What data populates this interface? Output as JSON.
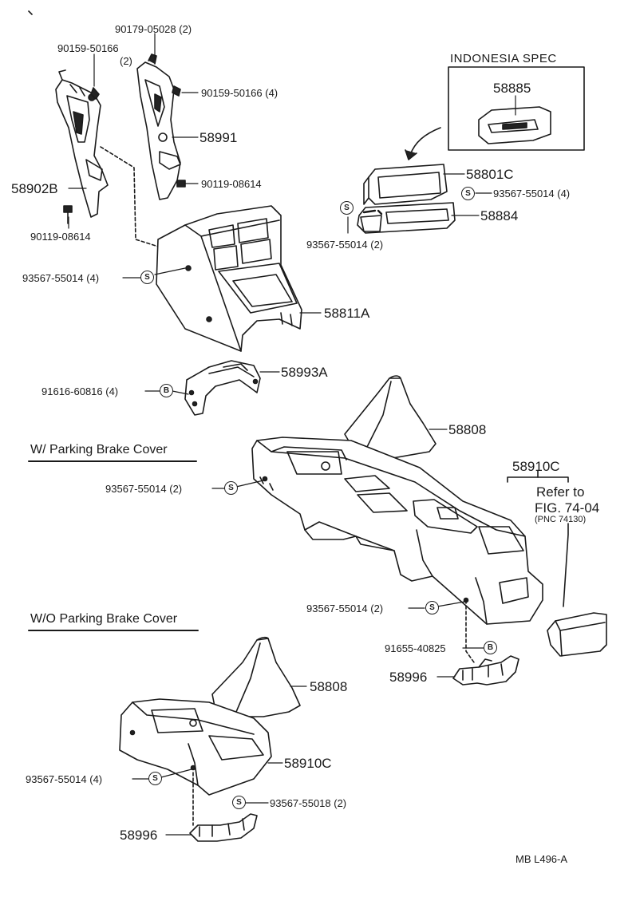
{
  "labels": {
    "indonesia_spec": "INDONESIA SPEC",
    "with_brake_cover": "W/ Parking Brake Cover",
    "without_brake_cover": "W/O Parking Brake Cover",
    "refer_to": "Refer to",
    "fig_ref": "FIG. 74-04",
    "pnc_ref": "(PNC 74130)",
    "diagram_code": "MB  L496-A"
  },
  "callouts": {
    "p90179": "90179-05028 (2)",
    "p90159_left": "90159-50166",
    "p90159_left_qty": "(2)",
    "p90159_right": "90159-50166 (4)",
    "p58991": "58991",
    "p58902b": "58902B",
    "p90119_right": "90119-08614",
    "p90119_left": "90119-08614",
    "p58885": "58885",
    "p58801c": "58801C",
    "p93567_4_top": "93567-55014 (4)",
    "p58884": "58884",
    "p93567_2_top": "93567-55014 (2)",
    "p93567_4_left": "93567-55014 (4)",
    "p58811a": "58811A",
    "p58993a": "58993A",
    "p91616": "91616-60816 (4)",
    "p58808_upper": "58808",
    "p58910c_upper": "58910C",
    "p93567_2_mid": "93567-55014 (2)",
    "p93567_2_low": "93567-55014 (2)",
    "p91655": "91655-40825",
    "p58996_upper": "58996",
    "p58808_lower": "58808",
    "p58910c_lower": "58910C",
    "p93567_4_bottom": "93567-55014 (4)",
    "p93567_55018": "93567-55018 (2)",
    "p58996_lower": "58996"
  },
  "symbols": {
    "screw": "S",
    "bolt": "B"
  }
}
